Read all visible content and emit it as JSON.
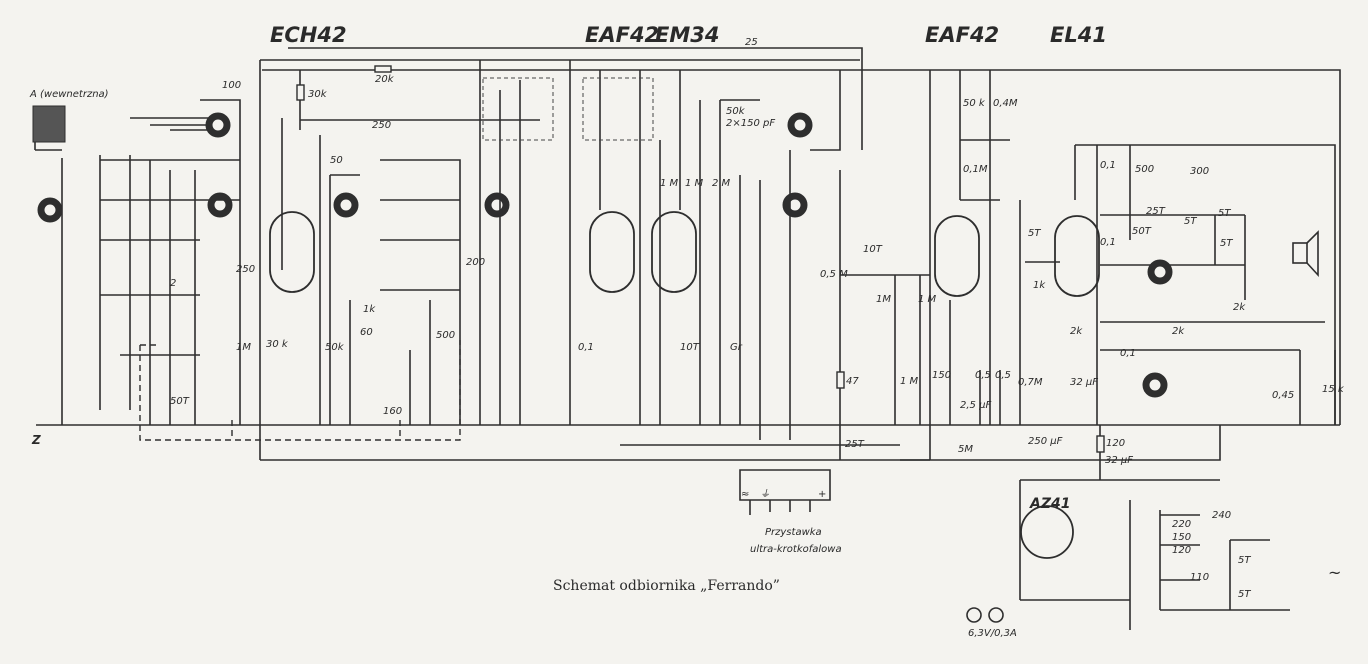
{
  "caption": "Schemat odbiornika „Ferrando”",
  "tubes": [
    "ECH42",
    "EAF42",
    "EM34",
    "EAF42",
    "EL41",
    "AZ41"
  ],
  "antenna_label": "A (wewnetrzna)",
  "ground_label": "Z",
  "labels": [
    "100",
    "20k",
    "30k",
    "250",
    "50",
    "2",
    "250",
    "50T",
    "1M",
    "30 k",
    "50k",
    "1k",
    "60",
    "500",
    "160",
    "200",
    "25",
    "50k",
    "2×150 pF",
    "1 M",
    "1 M",
    "2 M",
    "0,1",
    "10T",
    "Gr",
    "0,5 M",
    "10T",
    "1M",
    "1 M",
    "47",
    "1 M",
    "150",
    "2,5 µF",
    "0,5",
    "0,5",
    "0,7M",
    "50 k",
    "0,4M",
    "0,1M",
    "5T",
    "1k",
    "25T",
    "5M",
    "250 µF",
    "120",
    "32 µF",
    "2k",
    "2k",
    "0,1",
    "0,45",
    "15 k",
    "2k",
    "0,1",
    "500",
    "300",
    "0,1",
    "25T",
    "50T",
    "5T",
    "5T",
    "5T",
    "32 µF",
    "240",
    "220",
    "150",
    "120",
    "110",
    "5T",
    "5T",
    "6,3V/0,3A",
    "~"
  ],
  "adapter": {
    "line1": "Przystawka",
    "line2": "ultra-krotkofalowa",
    "symbols": [
      "≈",
      "⏚",
      "+"
    ]
  }
}
